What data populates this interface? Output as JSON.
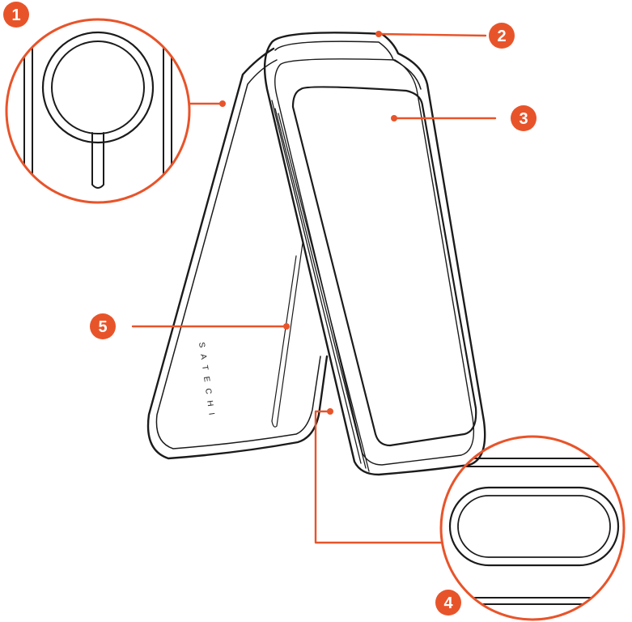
{
  "callouts": [
    {
      "number": "1"
    },
    {
      "number": "2"
    },
    {
      "number": "3"
    },
    {
      "number": "4"
    },
    {
      "number": "5"
    }
  ],
  "brand": {
    "text": "SATECHI"
  },
  "colors": {
    "accent": "#e8542a",
    "line": "#1b1b1b",
    "background": "#ffffff"
  }
}
